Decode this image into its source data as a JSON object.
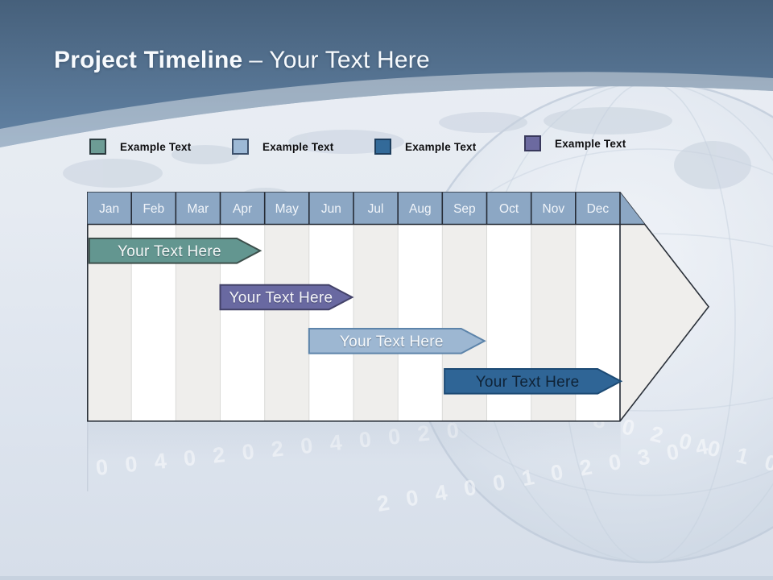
{
  "slide": {
    "title_bold": "Project Timeline",
    "title_rest": "– Your Text Here"
  },
  "legend": {
    "items": [
      {
        "label": "Example Text",
        "fill": "#6d9c95",
        "border": "#2c3b3f"
      },
      {
        "label": "Example Text",
        "fill": "#9db9d6",
        "border": "#3c506b"
      },
      {
        "label": "Example Text",
        "fill": "#336a99",
        "border": "#1d3d5c"
      },
      {
        "label": "Example Text",
        "fill": "#6c6aa0",
        "border": "#39395c"
      }
    ]
  },
  "chart_data": {
    "type": "bar",
    "subtype": "gantt-timeline-arrow",
    "title": "Project Timeline – Your Text Here",
    "categories": [
      "Jan",
      "Feb",
      "Mar",
      "Apr",
      "May",
      "Jun",
      "Jul",
      "Aug",
      "Sep",
      "Oct",
      "Nov",
      "Dec"
    ],
    "header_fill": "#8ca7c4",
    "legend_position": "top",
    "axis_unit": "months",
    "bars": [
      {
        "label": "Your  Text Here",
        "row": 1,
        "start": 0.05,
        "end": 3.9,
        "start_month": "Jan",
        "end_month": "Apr",
        "color": "#639690",
        "border": "#3d4f4b",
        "text_color": "#f5f8f7"
      },
      {
        "label": "Your  Text Here",
        "row": 2,
        "start": 3.0,
        "end": 5.97,
        "start_month": "Apr",
        "end_month": "Jun",
        "color": "#6969a1",
        "border": "#434269",
        "text_color": "#f4f4f9"
      },
      {
        "label": "Your  Text Here",
        "row": 3,
        "start": 5.0,
        "end": 8.95,
        "start_month": "Jun",
        "end_month": "Sep",
        "color": "#9db7d2",
        "border": "#5d84aa",
        "text_color": "#f7fafc"
      },
      {
        "label": "Your  Text Here",
        "row": 4,
        "start": 8.05,
        "end": 12.02,
        "start_month": "Sep",
        "end_month": "Dec",
        "color": "#2f6596",
        "border": "#1c4a74",
        "text_color": "#0f2337"
      }
    ]
  },
  "decor": {
    "digits1": "0 0 4 0 2 0 2 0 4 0 0 2 0",
    "digits2": "2 0 4 0 0 1 0 2 0 3 0 4",
    "digits3": "0 8 0 2 0 0 1 0 8 0"
  }
}
